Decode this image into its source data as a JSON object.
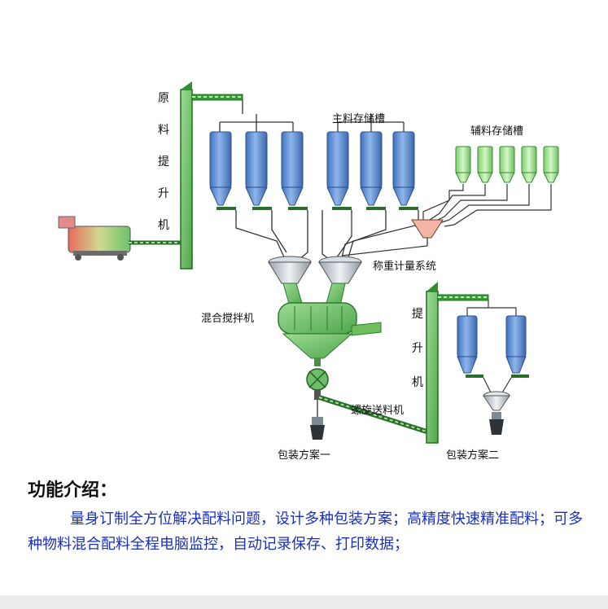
{
  "labels": {
    "raw_elevator": [
      "原",
      "料",
      "提",
      "升",
      "机"
    ],
    "main_tanks": "主料存储槽",
    "aux_tanks": "辅料存储槽",
    "weighing": "称重计量系统",
    "mixer": "混合搅拌机",
    "elevator": [
      "提",
      "升",
      "机"
    ],
    "screw": "螺旋送料机",
    "pack1": "包装方案一",
    "pack2": "包装方案二"
  },
  "intro": {
    "title": "功能介绍：",
    "body": "量身订制全方位解决配料问题，设计多种包装方案；高精度快速精准配料；可多种物料混合配料全程电脑监控，自动记录保存、打印数据；"
  },
  "colors": {
    "silo_blue": "#5b8fd6",
    "aux_green": "#9bdc8a",
    "frame_green": "#2f8f2f",
    "text_blue": "#1a2fbf"
  }
}
